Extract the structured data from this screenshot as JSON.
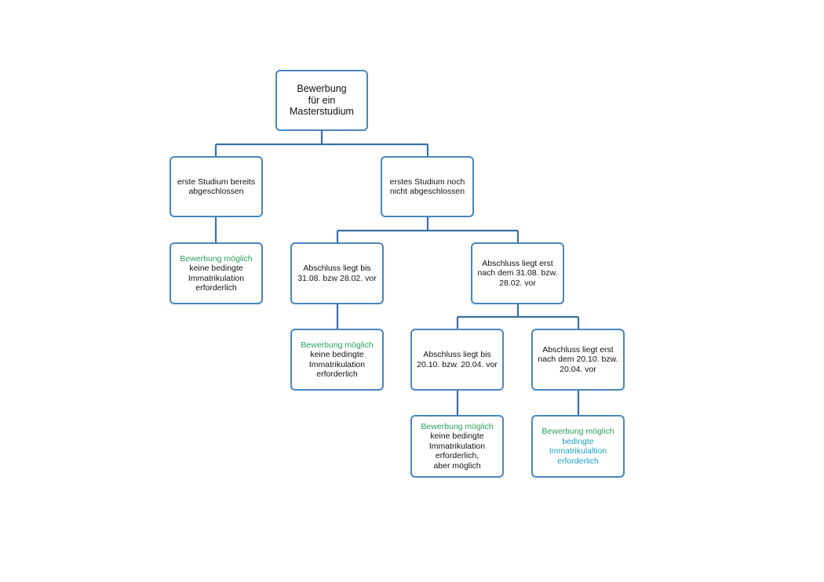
{
  "diagram": {
    "root": {
      "lines": [
        "Bewerbung",
        "für ein",
        "Masterstudium"
      ]
    },
    "completed": {
      "lines": [
        "erste Studium bereits",
        "abgeschlossen"
      ]
    },
    "not_completed": {
      "lines": [
        "erstes Studium noch",
        "nicht abgeschlossen"
      ]
    },
    "completed_result": {
      "highlight": "Bewerbung möglich",
      "lines": [
        "keine bedingte",
        "Immatrikulation",
        "erforderlich"
      ]
    },
    "by_deadline": {
      "lines": [
        "Abschluss liegt bis",
        "31.08. bzw 28.02. vor"
      ]
    },
    "after_deadline": {
      "lines": [
        "Abschluss liegt erst",
        "nach dem 31.08. bzw.",
        "28.02. vor"
      ]
    },
    "by_deadline_result": {
      "highlight": "Bewerbung möglich",
      "lines": [
        "keine bedingte",
        "Immatrikulation",
        "erforderlich"
      ]
    },
    "by_second_deadline": {
      "lines": [
        "Abschluss liegt bis",
        "20.10. bzw. 20.04. vor"
      ]
    },
    "after_second_deadline": {
      "lines": [
        "Abschluss liegt erst",
        "nach dem 20.10. bzw.",
        "20.04. vor"
      ]
    },
    "by_second_deadline_result": {
      "highlight": "Bewerbung möglich",
      "lines": [
        "keine bedingte",
        "Immatrikulation",
        "erforderlich,",
        "aber möglich"
      ]
    },
    "after_second_deadline_result": {
      "highlight": "Bewerbung möglich",
      "lines": [
        "bedingte",
        "Immatrikulaltion",
        "erforderlich"
      ]
    },
    "colors": {
      "box_border": "#4a86bf",
      "connector": "#3a6fa5",
      "highlight_green": "#2aa05a",
      "conditional_teal": "#1d9fc2"
    }
  }
}
